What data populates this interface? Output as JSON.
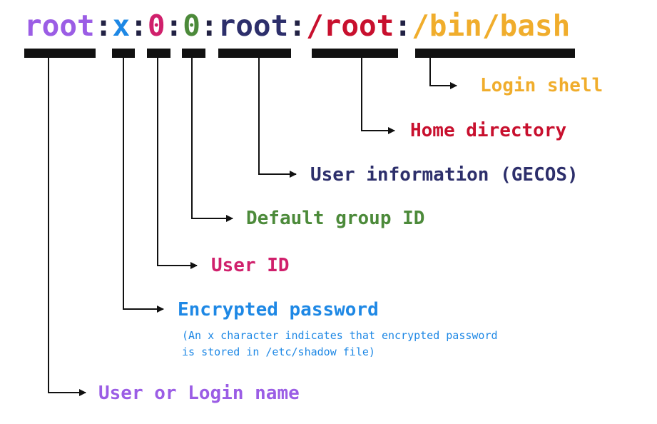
{
  "colors": {
    "username": "#9b5de5",
    "password": "#1e88e5",
    "uid": "#d0206c",
    "gid": "#4c8a3a",
    "gecos": "#2d2f6b",
    "home": "#c8102e",
    "shell": "#f0ad2c",
    "separator": "#222244",
    "bar": "#111111"
  },
  "line": {
    "username": "root",
    "password": "x",
    "uid": "0",
    "gid": "0",
    "gecos": "root",
    "home": "/root",
    "shell": "/bin/bash",
    "sep": ":"
  },
  "labels": {
    "shell": "Login shell",
    "home": "Home directory",
    "gecos": "User information (GECOS)",
    "gid": "Default group ID",
    "uid": "User ID",
    "password": "Encrypted password",
    "password_note_line1": "(An x character indicates that encrypted password",
    "password_note_line2": "is stored in /etc/shadow file)",
    "username": "User or Login name"
  }
}
